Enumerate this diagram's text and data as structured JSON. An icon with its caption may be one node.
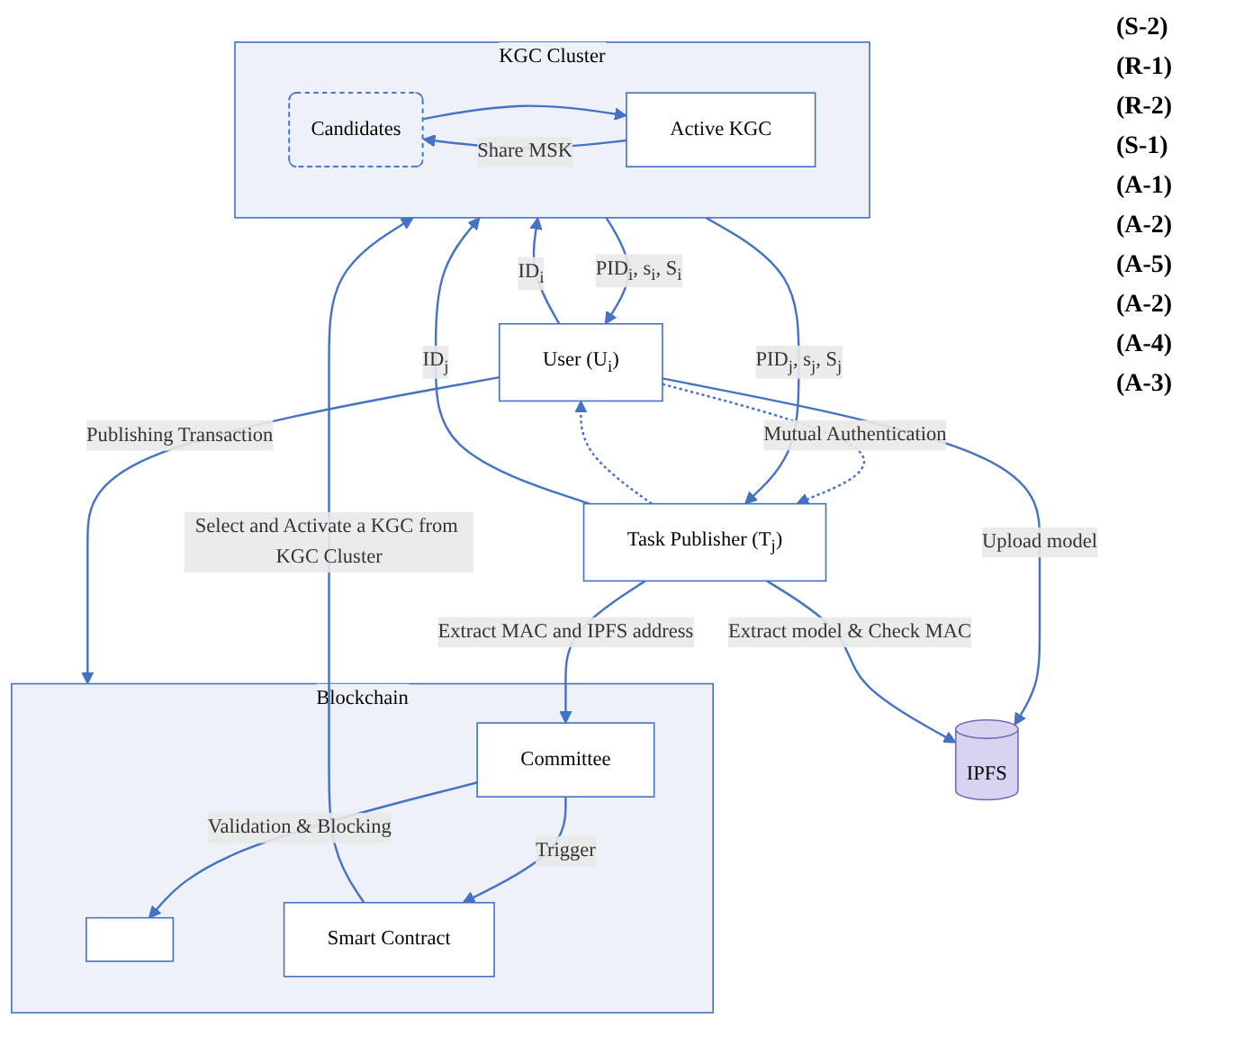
{
  "diagram": {
    "nodes": [
      {
        "text": [
          "KGC Cluster"
        ]
      },
      {
        "text": [
          "Candidates"
        ],
        "in": 0
      },
      {
        "text": [
          "Active KGC"
        ],
        "in": 0
      },
      {
        "text": [
          "User (U$_{i}$)"
        ]
      },
      {
        "text": [
          "Task Publisher (T$_{j}$)"
        ]
      },
      {
        "text": [
          "IPFS"
        ]
      },
      {
        "text": [
          "Blockchain"
        ]
      },
      {
        "text": [],
        "shape": "box",
        "in": 6
      },
      {
        "text": [
          "Committee"
        ],
        "in": 6
      },
      {
        "text": [
          "Smart Contract"
        ],
        "in": 6
      }
    ],
    "edges": [
      {
        "from": 1,
        "to": 2,
        "arrow": "to"
      },
      {
        "from": 2,
        "to": 1,
        "label": "Share MSK",
        "arrow": "to"
      },
      {
        "from": 3,
        "to": 0,
        "label": "ID$_{i}$",
        "arrow": "to"
      },
      {
        "from": 0,
        "to": 3,
        "label": "PID$_{i}$, s$_{i}$, S$_{i}$",
        "arrow": "to"
      },
      {
        "from": 4,
        "to": 0,
        "label": "ID$_{j}$",
        "arrow": "to"
      },
      {
        "from": 0,
        "to": 4,
        "label": "PID$_{j}$, s$_{j}$, S$_{j}$",
        "arrow": "to"
      },
      {
        "from": 4,
        "to": 3,
        "arrow": "to",
        "style": "dashed"
      },
      {
        "from": 3,
        "to": 4,
        "label": "Mutual Authentication",
        "arrow": "to",
        "style": "dashed"
      },
      {
        "from": 3,
        "to": 5,
        "label": "Upload model",
        "arrow": "to"
      },
      {
        "from": 4,
        "to": 5,
        "label": "Extract model & Check MAC",
        "arrow": "to"
      },
      {
        "from": 3,
        "to": 6,
        "label": "Publishing Transaction",
        "arrow": "to"
      },
      {
        "from": 4,
        "to": 8,
        "label": "Extract MAC and IPFS address",
        "arrow": "to"
      },
      {
        "from": 8,
        "to": 7,
        "label": "Validation & Blocking",
        "arrow": "to"
      },
      {
        "from": 8,
        "to": 9,
        "label": "Trigger",
        "arrow": "to"
      },
      {
        "from": 9,
        "to": 0,
        "label": "Select and Activate a KGC from KGC Cluster",
        "arrow": "to"
      }
    ],
    "labels": [
      "(S-2)",
      "(R-1)",
      "(R-2)",
      "(S-1)",
      "(A-1)",
      "(A-2)",
      "(A-5)",
      "(A-2)",
      "(A-4)",
      "(A-3)"
    ]
  }
}
